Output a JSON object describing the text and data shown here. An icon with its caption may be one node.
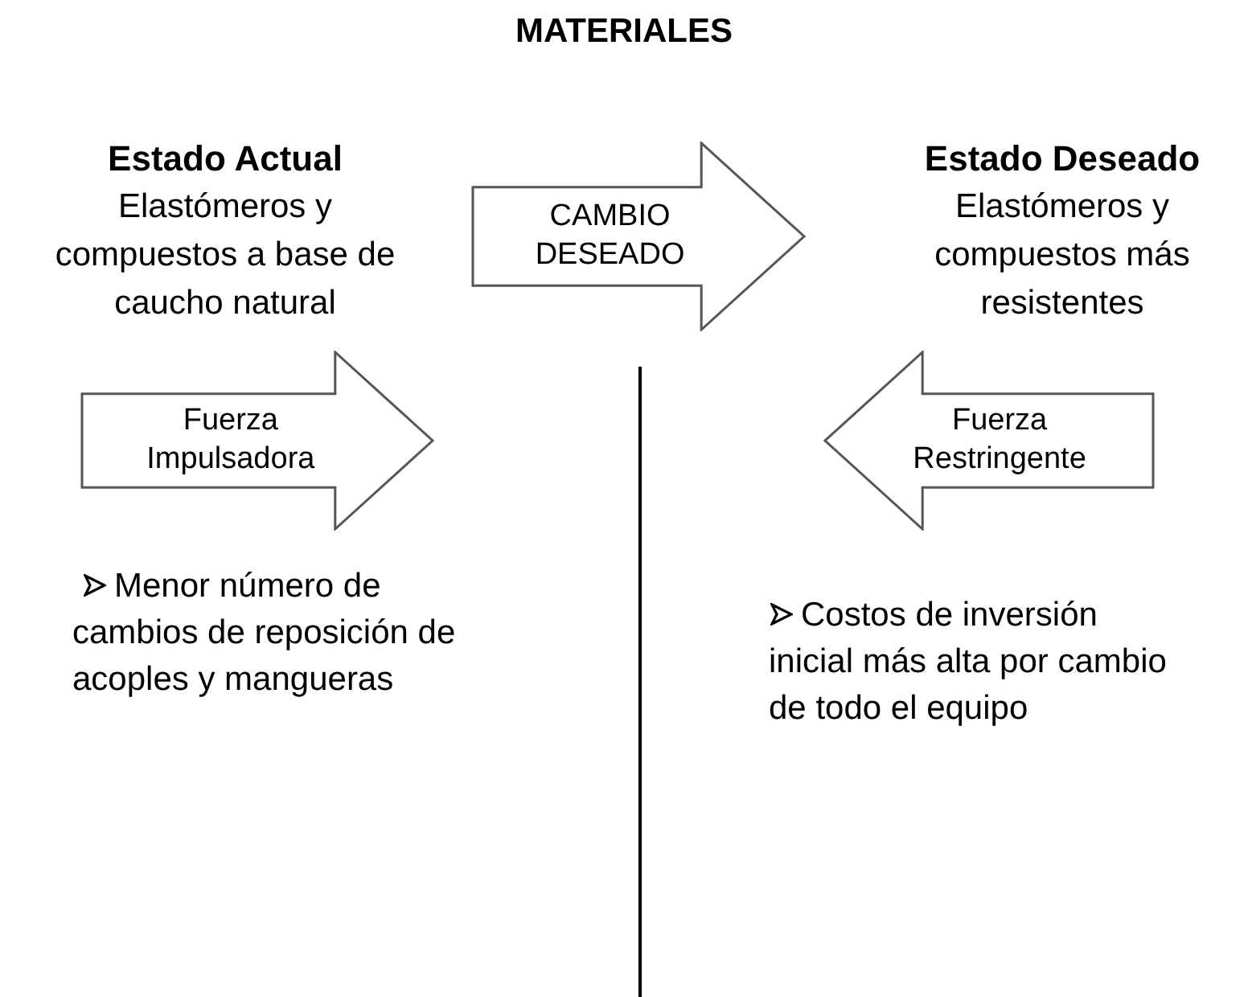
{
  "diagram": {
    "title": "MATERIALES",
    "nodes": [
      {
        "text": [
          "CAMBIO DESEADO"
        ]
      },
      {
        "text": [
          "Fuerza Impulsadora"
        ]
      },
      {
        "text": [
          "Fuerza Restringente"
        ]
      }
    ],
    "labels": [
      "Estado Actual",
      "Elastómeros y compuestos a base de caucho natural",
      "Estado Deseado",
      "Elastómeros y compuestos más resistentes",
      "Menor número de cambios de reposición de acoples y mangueras",
      "Costos de inversión inicial más alta por cambio de todo el equipo"
    ]
  }
}
